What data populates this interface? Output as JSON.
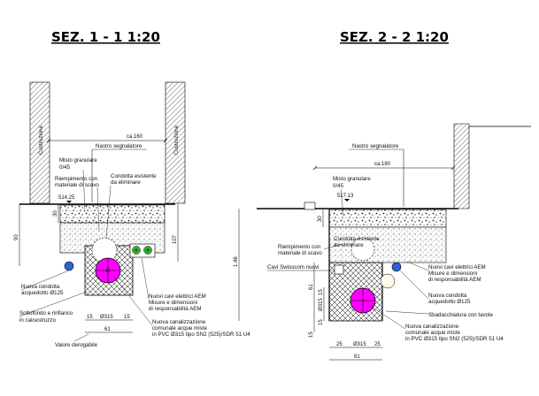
{
  "sections": {
    "left": {
      "title": "SEZ.  1 - 1  1:20",
      "labels": {
        "building": "Costruzione",
        "total_width": "ca.160",
        "ribbon": "Nastro segnalatore",
        "gravel": "Misto granulare",
        "gravel_size": "0/45",
        "backfill_1": "Riempimento con",
        "backfill_2": "materiale di scavo",
        "existing_1": "Condotta esistente",
        "existing_2": "da eliminare",
        "elevation": "514.25",
        "depth_total": "90",
        "depth_right": "107",
        "depth_top": "30",
        "water_1": "Nuova condotta",
        "water_2": "acquedotto Ø125",
        "elec_1": "Nuovi cavi elettrici AEM",
        "elec_2": "Misure e dimensioni",
        "elec_3": "di responsabilità AEM",
        "base_1": "Sottofondo e rinfianco",
        "base_2": "in calcestruzzo",
        "valve": "Valore derogabile",
        "pipe_1": "Nuova canalizzazione",
        "pipe_2": "comunale acque miste",
        "pipe_3": "in PVC Ø315  tipo SN2 (525)/SDR 51  U4",
        "dim_side_l": "15",
        "dim_mid": "Ø315",
        "dim_side_r": "15",
        "dim_bottom": "61"
      }
    },
    "right": {
      "title": "SEZ.  2 - 2  1:20",
      "labels": {
        "total_width": "ca.180",
        "ribbon": "Nastro segnalatore",
        "gravel": "Misto granulare",
        "gravel_size": "0/45",
        "elevation": "517.13",
        "depth_top": "30",
        "depth_total": "1.46",
        "backfill_1": "Riempimento con",
        "backfill_2": "materiale di scavo",
        "existing_1": "Condotta esistente",
        "existing_2": "da eliminare",
        "swisscom": "Cavi Swisscom nuovi",
        "elec_1": "Nuovi cavi elettrici AEM",
        "elec_2": "Misure e dimensioni",
        "elec_3": "di responsabilità AEM",
        "water_1": "Nuova condotta",
        "water_2": "acquedotto Ø125",
        "shoring": "Sbadacchiatura con tavole",
        "pipe_1": "Nuova canalizzazione",
        "pipe_2": "comunale acque miste",
        "pipe_3": "in PVC Ø315  tipo SN2 (525)/SDR 51  U4",
        "dim_side_a": "15",
        "dim_mid_v": "Ø315",
        "dim_side_b": "15",
        "dim_vert_61": "61",
        "dim_15_bottom": "15",
        "dim_25_l": "25",
        "dim_mid": "Ø315",
        "dim_25_r": "25",
        "dim_bottom": "81"
      }
    }
  },
  "colors": {
    "pipe_sewer": "#ff00ff",
    "pipe_water": "#2a62d8",
    "cable_electric": "#2fbf2f",
    "line": "#000000"
  }
}
